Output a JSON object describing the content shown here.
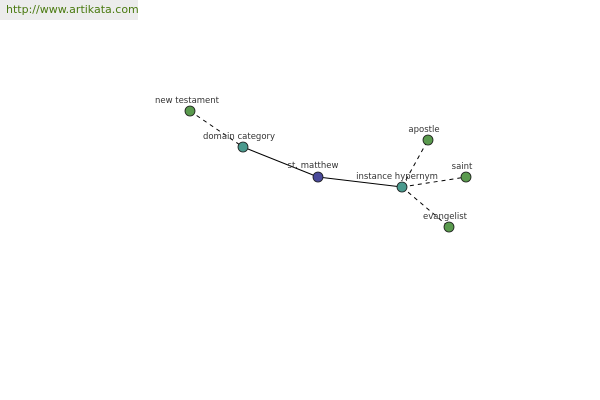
{
  "watermark": {
    "text": "http://www.artikata.com"
  },
  "graph": {
    "nodes": [
      {
        "id": "new-testament",
        "label": "new testament",
        "color": "#5a9a4e"
      },
      {
        "id": "domain-category",
        "label": "domain category",
        "color": "#4a9a8e"
      },
      {
        "id": "st-matthew",
        "label": "st. matthew",
        "color": "#4a4a9a"
      },
      {
        "id": "instance-hypernym",
        "label": "instance hypernym",
        "color": "#4a9a8e"
      },
      {
        "id": "apostle",
        "label": "apostle",
        "color": "#5a9a4e"
      },
      {
        "id": "saint",
        "label": "saint",
        "color": "#5a9a4e"
      },
      {
        "id": "evangelist",
        "label": "evangelist",
        "color": "#5a9a4e"
      }
    ],
    "edges": [
      {
        "from": "new-testament",
        "to": "domain-category",
        "style": "dashed"
      },
      {
        "from": "domain-category",
        "to": "st-matthew",
        "style": "solid"
      },
      {
        "from": "st-matthew",
        "to": "instance-hypernym",
        "style": "solid"
      },
      {
        "from": "instance-hypernym",
        "to": "apostle",
        "style": "dashed"
      },
      {
        "from": "instance-hypernym",
        "to": "saint",
        "style": "dashed"
      },
      {
        "from": "instance-hypernym",
        "to": "evangelist",
        "style": "dashed"
      }
    ]
  }
}
